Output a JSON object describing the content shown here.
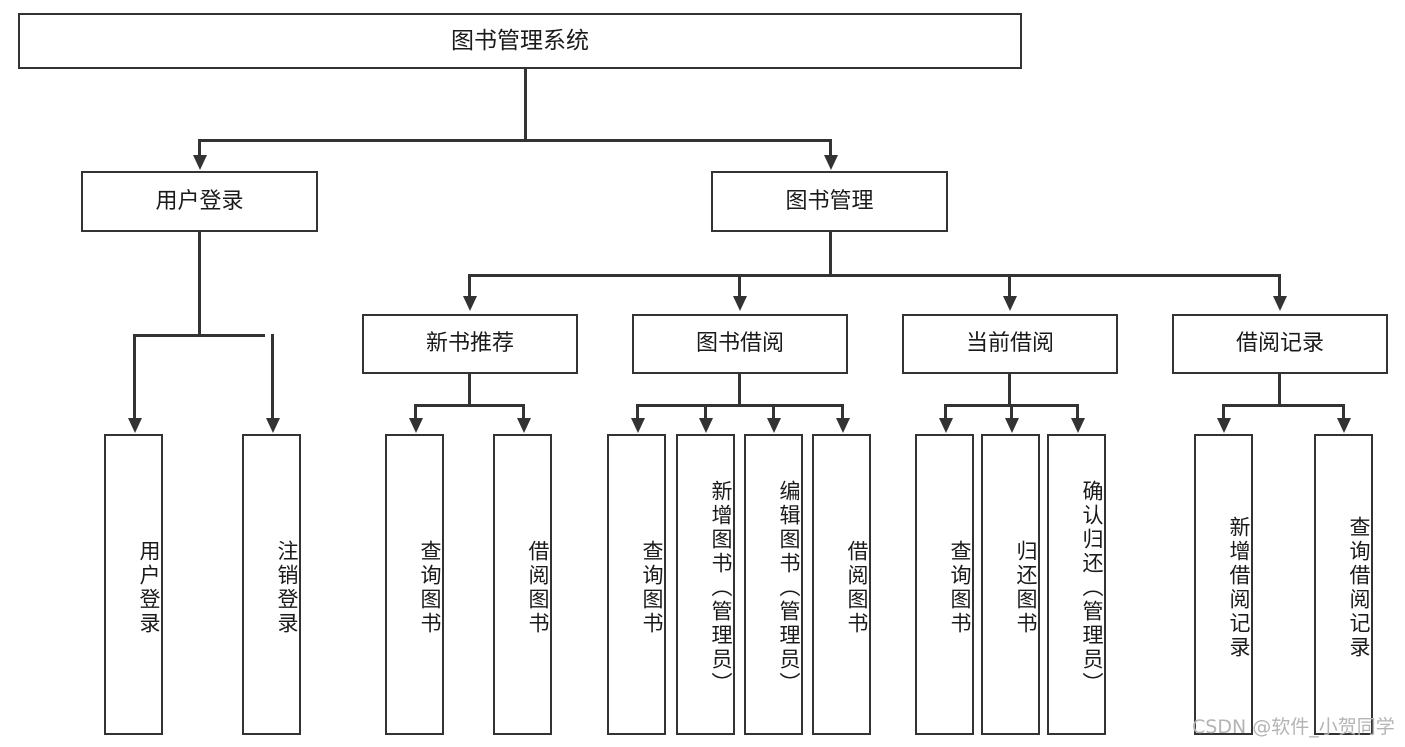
{
  "diagram": {
    "type": "hierarchy-tree",
    "title": "图书管理系统",
    "watermark": "CSDN @软件_小贺同学",
    "colors": {
      "stroke": "#333333",
      "fill": "#ffffff",
      "text": "#1a1a1a",
      "watermark": "#b4b4b4"
    },
    "root": {
      "label": "图书管理系统"
    },
    "level2": [
      {
        "label": "用户登录"
      },
      {
        "label": "图书管理"
      }
    ],
    "level3": [
      {
        "label": "新书推荐"
      },
      {
        "label": "图书借阅"
      },
      {
        "label": "当前借阅"
      },
      {
        "label": "借阅记录"
      }
    ],
    "leaves": {
      "user_login": [
        {
          "label": "用户登录"
        },
        {
          "label": "注销登录"
        }
      ],
      "new_book": [
        {
          "label": "查询图书"
        },
        {
          "label": "借阅图书"
        }
      ],
      "book_borrow": [
        {
          "label": "查询图书"
        },
        {
          "label": "新增图书（管理员）"
        },
        {
          "label": "编辑图书（管理员）"
        },
        {
          "label": "借阅图书"
        }
      ],
      "current_borrow": [
        {
          "label": "查询图书"
        },
        {
          "label": "归还图书"
        },
        {
          "label": "确认归还（管理员）"
        }
      ],
      "borrow_record": [
        {
          "label": "新增借阅记录"
        },
        {
          "label": "查询借阅记录"
        }
      ]
    }
  }
}
